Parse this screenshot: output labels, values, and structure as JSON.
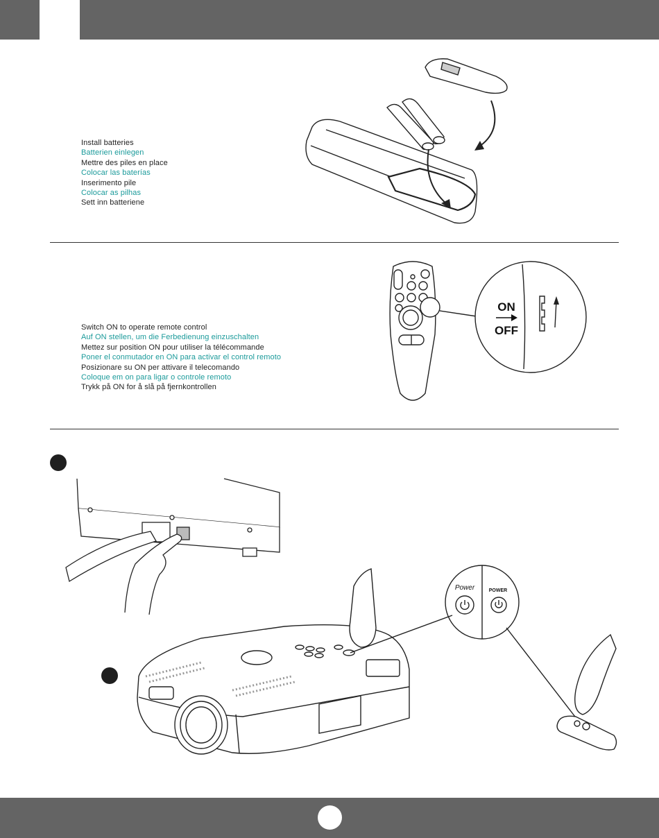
{
  "section1": {
    "lines": [
      "Install batteries",
      "Batterien einlegen",
      "Mettre des piles en place",
      "Colocar las baterías",
      "Inserimento pile",
      "Colocar as pilhas",
      "Sett inn batteriene"
    ]
  },
  "section2": {
    "lines": [
      "Switch ON to operate remote control",
      "Auf ON stellen, um die Ferbedienung einzuschalten",
      "Mettez sur position ON pour utiliser la télécommande",
      "Poner el conmutador en ON para activar el control remoto",
      "Posizionare su ON per attivare il telecomando",
      "Coloque em on para ligar o controle remoto",
      "Trykk på ON for å slå på fjernkontrollen"
    ],
    "switch_on": "ON",
    "switch_off": "OFF"
  },
  "section3": {
    "power_label_left": "Power",
    "power_label_right": "POWER"
  },
  "colors": {
    "bar": "#646464",
    "accent_teal": "#1a9a9a",
    "text": "#222222"
  }
}
